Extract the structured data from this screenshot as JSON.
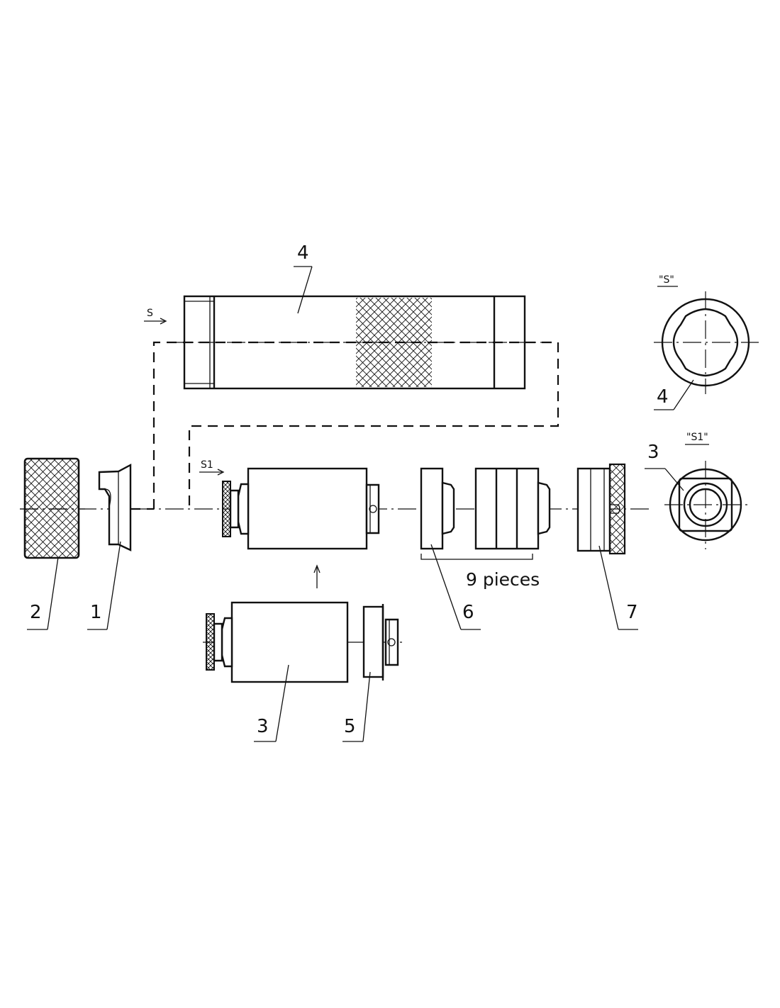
{
  "views": {
    "section_s": "S",
    "section_s1": "S1",
    "detail_s": "\"S\"",
    "detail_s1": "\"S1\""
  },
  "callouts": {
    "tube": "4",
    "tube_end_view": "4",
    "part2": "2",
    "part1": "1",
    "core_end_view": "3",
    "core": "3",
    "part5": "5",
    "part6": "6",
    "part7": "7"
  },
  "notes": {
    "quantity": "9 pieces"
  }
}
